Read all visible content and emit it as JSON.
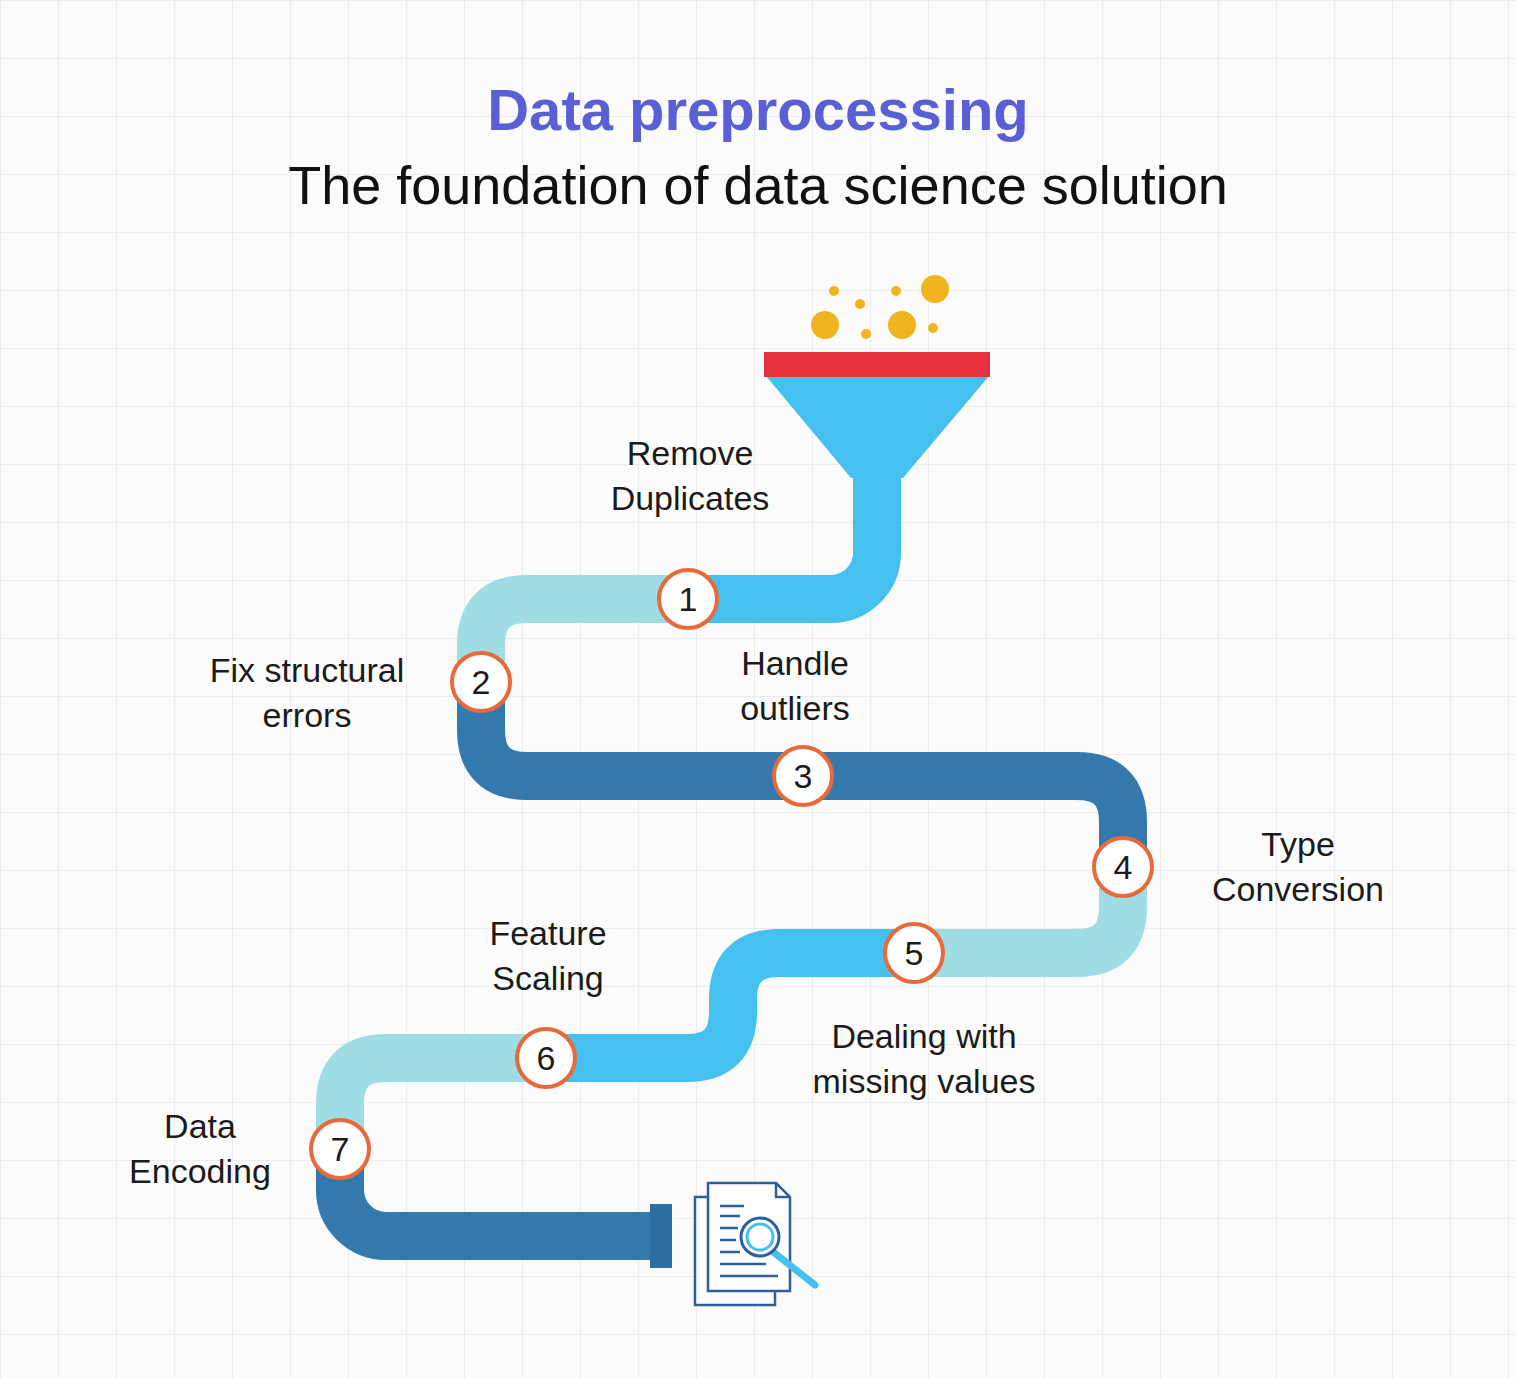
{
  "diagram": {
    "title": "Data preprocessing",
    "nodes": [
      {
        "text": [
          "1",
          "Remove Duplicates"
        ]
      },
      {
        "text": [
          "2",
          "Fix structural errors"
        ]
      },
      {
        "text": [
          "3",
          "Handle outliers"
        ]
      },
      {
        "text": [
          "4",
          "Type Conversion"
        ]
      },
      {
        "text": [
          "5",
          "Dealing with missing values"
        ]
      },
      {
        "text": [
          "6",
          "Feature Scaling"
        ]
      },
      {
        "text": [
          "7",
          "Data Encoding"
        ]
      }
    ],
    "edges": [
      {
        "from": 0,
        "to": 1,
        "arrow": "none"
      },
      {
        "from": 1,
        "to": 2,
        "arrow": "none"
      },
      {
        "from": 2,
        "to": 3,
        "arrow": "none"
      },
      {
        "from": 3,
        "to": 4,
        "arrow": "none"
      },
      {
        "from": 4,
        "to": 5,
        "arrow": "none"
      },
      {
        "from": 5,
        "to": 6,
        "arrow": "none"
      }
    ],
    "labels": [
      "The foundation of data science solution"
    ]
  }
}
